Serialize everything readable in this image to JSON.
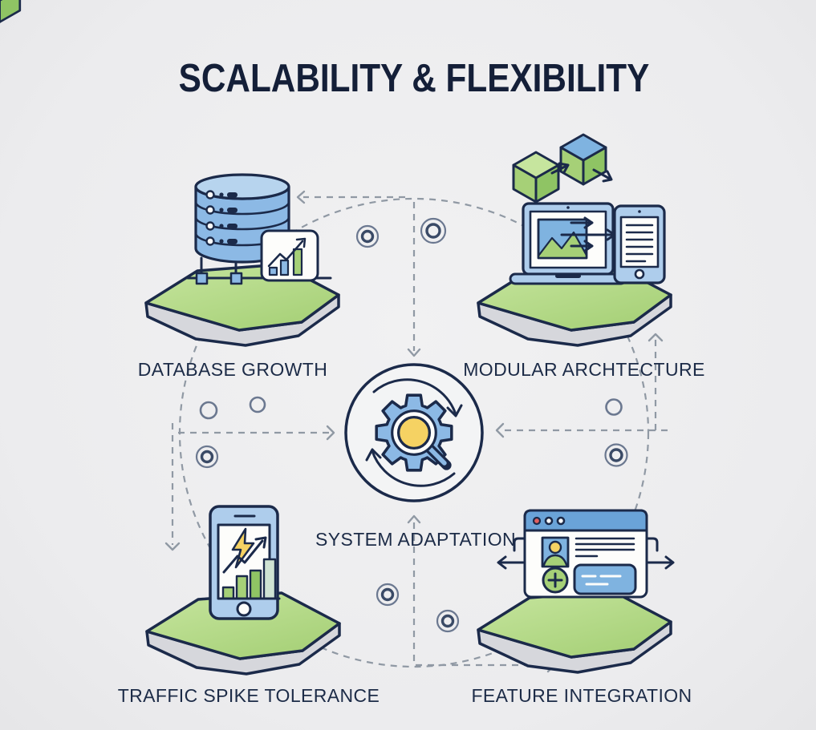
{
  "title": "SCALABILITY & FLEXIBILITY",
  "labels": {
    "database_growth": "DATABASE GROWTH",
    "modular_architecture": "MODULAR ARCHTECTURE",
    "system_adaptation": "SYSTEM ADAPTATION",
    "traffic_spike_tolerance": "TRAFFIC SPIKE TOLERANCE",
    "feature_integration": "FEATURE INTEGRATION"
  },
  "icons": {
    "center": "gear-magnifier-cycle-arrows",
    "top_left": "database-stack-with-bar-chart-card-and-network-nodes",
    "top_right": "laptop-and-tablet-with-modular-cubes",
    "bottom_left": "smartphone-with-lightning-growth-chart",
    "bottom_right": "browser-window-with-profile-card-and-add-button"
  },
  "colors": {
    "bg": "#ececee",
    "bg-light": "#f1f1f2",
    "bg-dark": "#e6e6e8",
    "title": "#141f38",
    "navy": "#1b2a4a",
    "navy-text": "#1c2b47",
    "dash": "#9099a4",
    "ring-outer": "#6b7890",
    "ring-inner": "#3a4a66",
    "blue": "#8cb9e5",
    "blue-light": "#b7d4ee",
    "blue-mid": "#7fb3e0",
    "blue-frame": "#aecdec",
    "titlebar-blue": "#6aa3d8",
    "green": "#a6d077",
    "green-light": "#c6e59e",
    "green-dark": "#8fc464",
    "green-pale": "#cfe3d3",
    "gray-side": "#d6d7dc",
    "yellow": "#f5d263",
    "red": "#e06060",
    "white": "#fdfdfb",
    "center-circle-fill": "#f3f4f5"
  }
}
